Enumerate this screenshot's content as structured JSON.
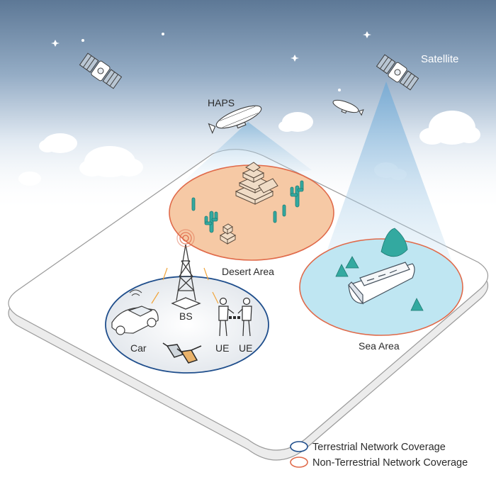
{
  "labels": {
    "satellite": "Satellite",
    "haps": "HAPS",
    "desert_area": "Desert Area",
    "sea_area": "Sea Area",
    "bs": "BS",
    "car": "Car",
    "ue1": "UE",
    "ue2": "UE"
  },
  "legend": {
    "terrestrial": "Terrestrial Network Coverage",
    "non_terrestrial": "Non-Terrestrial Network Coverage"
  },
  "colors": {
    "terrestrial_ring": "#1f4e8c",
    "non_terrestrial_ring": "#e06a4a",
    "desert_fill": "#f6c9a5",
    "sea_fill": "#bfe6f2",
    "teal": "#33a9a0",
    "sky_top": "#5d7896"
  },
  "icons": [
    "satellite-icon",
    "haps-airship-icon",
    "cell-tower-icon",
    "car-icon",
    "ar-glasses-icon",
    "person-icon",
    "boat-icon",
    "cactus-icon",
    "building-icon",
    "tree-icon",
    "cloud-icon",
    "star-icon"
  ]
}
